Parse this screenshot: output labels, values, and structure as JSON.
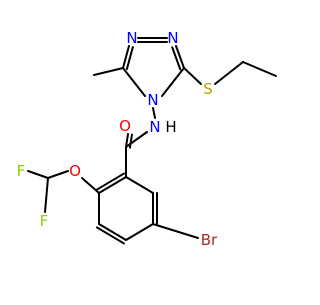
{
  "colors": {
    "bond": "#000000",
    "N": "#0000ff",
    "O": "#ff0000",
    "S": "#b8a000",
    "F": "#8fd000",
    "Br": "#a52a2a",
    "H": "#000000"
  },
  "atoms": {
    "n1": {
      "text": "N",
      "color": "#0000ff"
    },
    "n2": {
      "text": "N",
      "color": "#0000ff"
    },
    "n4": {
      "text": "N",
      "color": "#0000ff"
    },
    "s": {
      "text": "S",
      "color": "#b8a000"
    },
    "o_carbonyl": {
      "text": "O",
      "color": "#ff0000"
    },
    "nh_n": {
      "text": "N",
      "color": "#0000ff"
    },
    "nh_h": {
      "text": "H",
      "color": "#000000"
    },
    "o_ether": {
      "text": "O",
      "color": "#ff0000"
    },
    "f1": {
      "text": "F",
      "color": "#8fd000"
    },
    "f2": {
      "text": "F",
      "color": "#8fd000"
    },
    "br": {
      "text": "Br",
      "color": "#a52a2a"
    }
  }
}
